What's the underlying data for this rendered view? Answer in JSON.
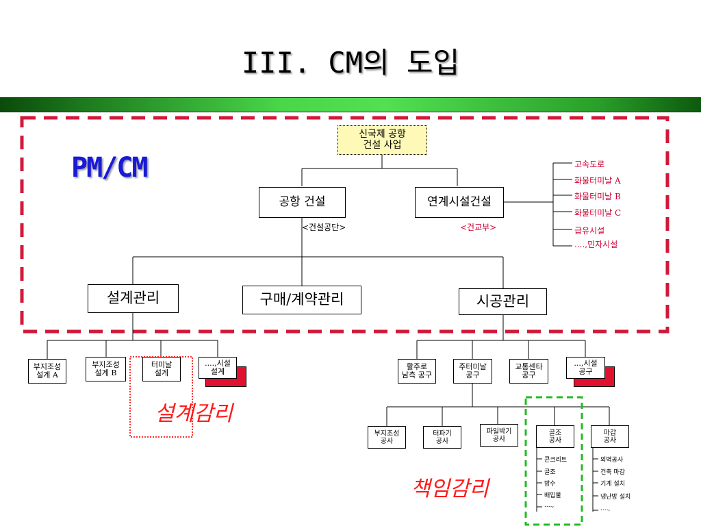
{
  "title": "III. CM의 도입",
  "left_label": "PM/CM",
  "root": [
    "신국제 공항",
    "건설 사업"
  ],
  "level2": {
    "airport": "공항 건설",
    "airport_note": "<건설공단>",
    "linked": "연계시설건설",
    "linked_note": "<건교부>"
  },
  "linked_items": [
    "고속도로",
    "화물터미날 A",
    "화물터미날 B",
    "화물터미날 C",
    "급유시설",
    "....,민자시설"
  ],
  "level3": {
    "design": "설계관리",
    "procurement": "구매/계약관리",
    "construction": "시공관리"
  },
  "design_children": [
    [
      "부지조성",
      "설계 A"
    ],
    [
      "부지조성",
      "설계 B"
    ],
    [
      "터미날",
      "설계"
    ],
    [
      "....,시설",
      "설계"
    ]
  ],
  "construction_children": [
    [
      "활주로",
      "남측 공구"
    ],
    [
      "주터미날",
      "공구"
    ],
    [
      "교통센타",
      "공구"
    ],
    [
      "...,시설",
      "공구"
    ]
  ],
  "terminal_children": [
    [
      "부지조성",
      "공사"
    ],
    [
      "터파기",
      "공사"
    ],
    [
      "파일박기",
      "공사"
    ],
    [
      "골조",
      "공사"
    ],
    [
      "마감",
      "공사"
    ]
  ],
  "frame_items": [
    "콘크리트",
    "골조",
    "방수",
    "배입물",
    "....,"
  ],
  "finish_items": [
    "외벽공사",
    "건축 마감",
    "기계 설치",
    "냉난방 설치",
    "....,"
  ],
  "design_supervision": "설계감리",
  "responsible_supervision": "책임감리",
  "colors": {
    "title_bar": "#49d649",
    "pmcm_text": "#1a1ad6",
    "dashed_border": "#d01a3a",
    "red_text": "#cc0033",
    "highlight": "#ff1a1a",
    "green_dashed": "#22bb22"
  }
}
